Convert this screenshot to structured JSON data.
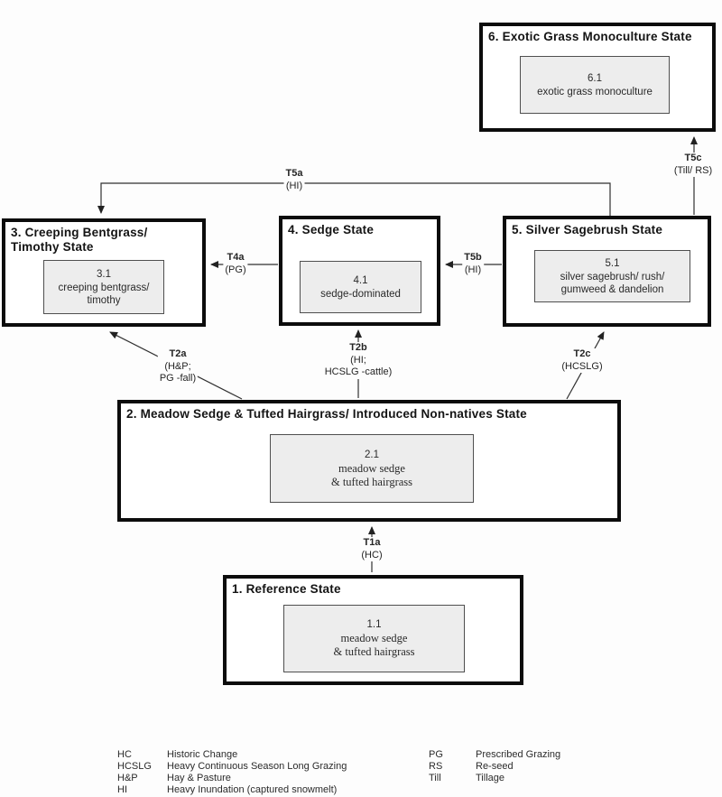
{
  "states": {
    "s1": {
      "title": "1. Reference State",
      "code": "1.1",
      "lines": [
        "meadow sedge",
        "& tufted hairgrass"
      ]
    },
    "s2": {
      "title": "2. Meadow Sedge & Tufted Hairgrass/ Introduced Non-natives State",
      "code": "2.1",
      "lines": [
        "meadow sedge",
        "& tufted hairgrass"
      ]
    },
    "s3": {
      "title": "3. Creeping Bentgrass/ Timothy State",
      "code": "3.1",
      "lines": [
        "creeping bentgrass/",
        "timothy"
      ]
    },
    "s4": {
      "title": "4. Sedge State",
      "code": "4.1",
      "lines": [
        "sedge-dominated"
      ]
    },
    "s5": {
      "title": "5. Silver Sagebrush State",
      "code": "5.1",
      "lines": [
        "silver sagebrush/ rush/",
        "gumweed & dandelion"
      ]
    },
    "s6": {
      "title": "6. Exotic Grass Monoculture State",
      "code": "6.1",
      "lines": [
        "exotic grass monoculture"
      ]
    }
  },
  "transitions": {
    "t1a": {
      "code": "T1a",
      "cause1": "(HC)"
    },
    "t2a": {
      "code": "T2a",
      "cause1": "(H&P;",
      "cause2": "PG -fall)"
    },
    "t2b": {
      "code": "T2b",
      "cause1": "(HI;",
      "cause2": "HCSLG -cattle)"
    },
    "t2c": {
      "code": "T2c",
      "cause1": "(HCSLG)"
    },
    "t4a": {
      "code": "T4a",
      "cause1": "(PG)"
    },
    "t5a": {
      "code": "T5a",
      "cause1": "(HI)"
    },
    "t5b": {
      "code": "T5b",
      "cause1": "(HI)"
    },
    "t5c": {
      "code": "T5c",
      "cause1": "(Till/ RS)"
    }
  },
  "legend": {
    "left": [
      {
        "abbr": "HC",
        "def": "Historic Change"
      },
      {
        "abbr": "HCSLG",
        "def": "Heavy Continuous Season Long Grazing"
      },
      {
        "abbr": "H&P",
        "def": "Hay & Pasture"
      },
      {
        "abbr": "HI",
        "def": "Heavy Inundation (captured snowmelt)"
      }
    ],
    "right": [
      {
        "abbr": "PG",
        "def": "Prescribed Grazing"
      },
      {
        "abbr": "RS",
        "def": "Re-seed"
      },
      {
        "abbr": "Till",
        "def": "Tillage"
      }
    ]
  },
  "colors": {
    "box_border": "#0c0c0c",
    "community_fill": "#ededed",
    "arrow": "#303030"
  }
}
